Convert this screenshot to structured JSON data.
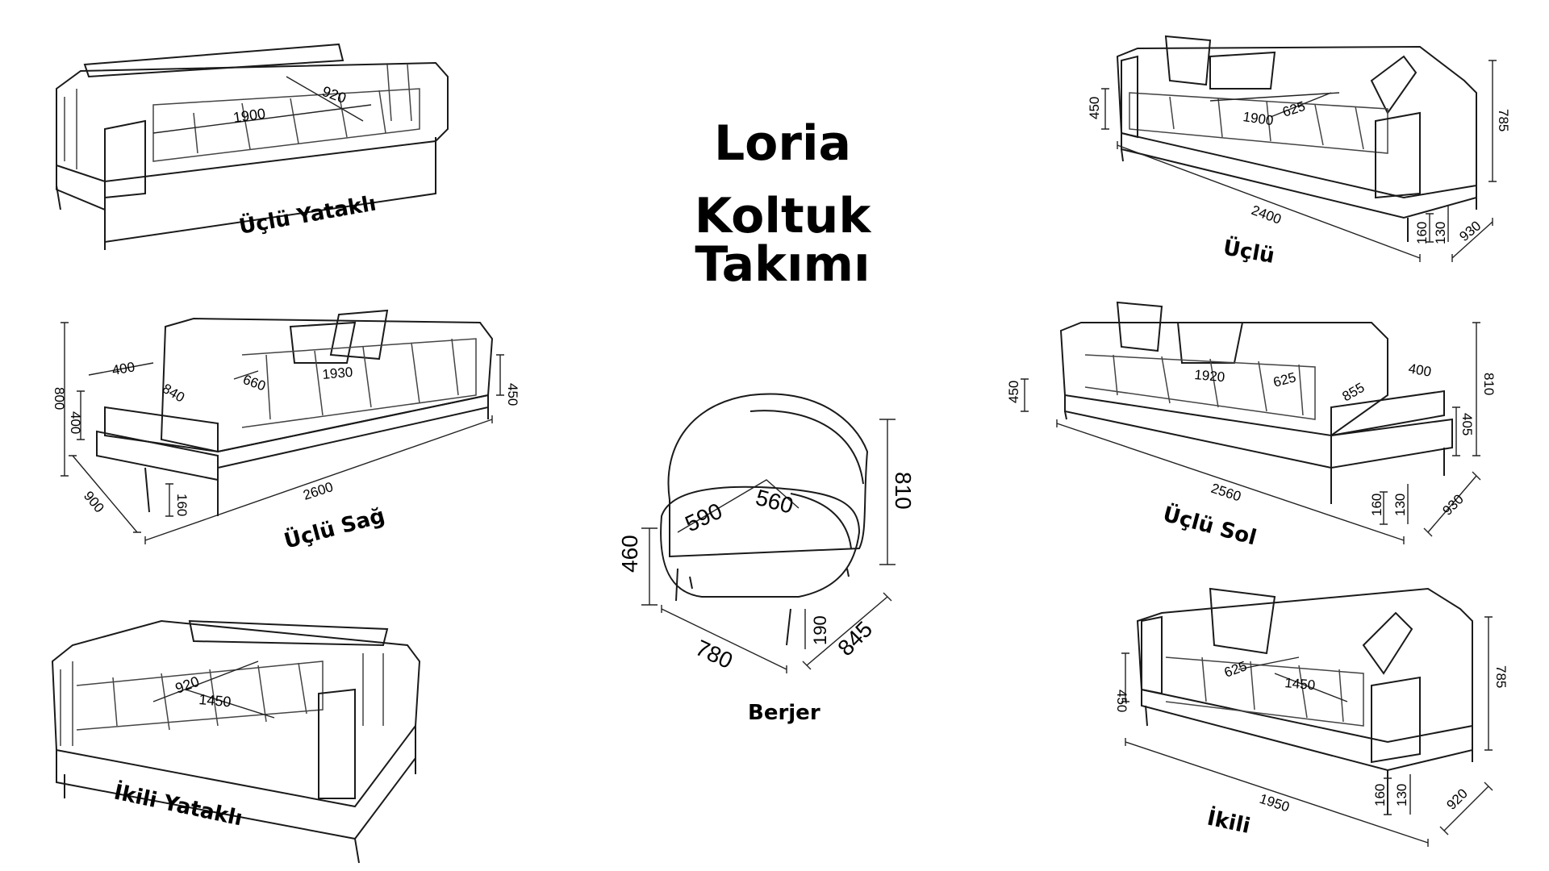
{
  "title": {
    "line1": "Loria",
    "line2": "Koltuk Takımı"
  },
  "items": [
    {
      "label": "Üçlü Yataklı",
      "dims": [
        "1900",
        "920"
      ]
    },
    {
      "label": "Üçlü",
      "dims": [
        "1900",
        "625",
        "450",
        "785",
        "2400",
        "160",
        "130",
        "930"
      ]
    },
    {
      "label": "Üçlü Sağ",
      "dims": [
        "400",
        "840",
        "660",
        "1930",
        "800",
        "400",
        "450",
        "2600",
        "160",
        "900"
      ]
    },
    {
      "label": "Berjer",
      "dims": [
        "590",
        "560",
        "460",
        "810",
        "780",
        "190",
        "845"
      ]
    },
    {
      "label": "Üçlü Sol",
      "dims": [
        "1920",
        "625",
        "400",
        "855",
        "450",
        "810",
        "405",
        "2560",
        "160",
        "130",
        "930"
      ]
    },
    {
      "label": "İkili Yataklı",
      "dims": [
        "920",
        "1450"
      ]
    },
    {
      "label": "İkili",
      "dims": [
        "625",
        "1450",
        "450",
        "785",
        "1950",
        "160",
        "130",
        "920"
      ]
    }
  ],
  "colors": {
    "line": "#1a1a1a",
    "text": "#000000",
    "background": "#ffffff"
  }
}
